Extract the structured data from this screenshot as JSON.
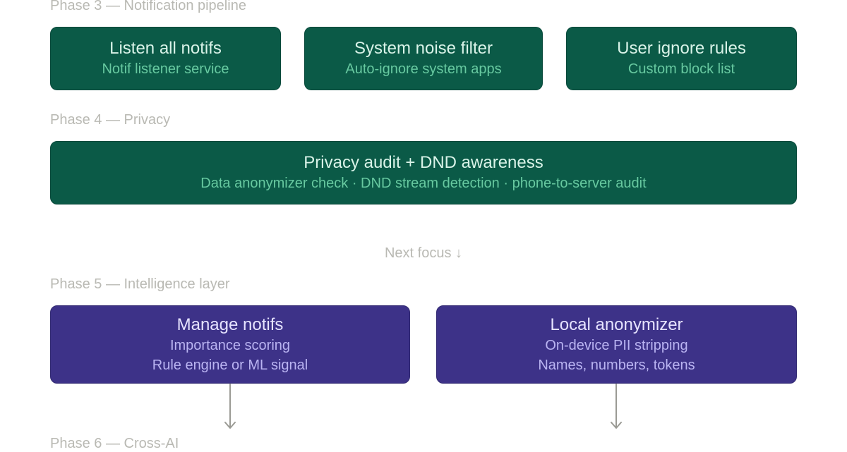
{
  "phase3": {
    "label": "Phase 3 — Notification pipeline",
    "boxes": [
      {
        "title": "Listen all notifs",
        "subtitle": "Notif listener service"
      },
      {
        "title": "System noise filter",
        "subtitle": "Auto-ignore system apps"
      },
      {
        "title": "User ignore rules",
        "subtitle": "Custom block list"
      }
    ]
  },
  "phase4": {
    "label": "Phase 4 — Privacy",
    "box": {
      "title": "Privacy audit + DND awareness",
      "subtitle": "Data anonymizer check · DND stream detection · phone-to-server audit"
    }
  },
  "next_focus": "Next focus ↓",
  "phase5": {
    "label": "Phase 5 — Intelligence layer",
    "boxes": [
      {
        "title": "Manage notifs",
        "lines": [
          "Importance scoring",
          "Rule engine or ML signal"
        ]
      },
      {
        "title": "Local anonymizer",
        "lines": [
          "On-device PII stripping",
          "Names, numbers, tokens"
        ]
      }
    ]
  },
  "phase6": {
    "label": "Phase 6 — Cross-AI"
  },
  "colors": {
    "green_box": "#0b5a47",
    "purple_box": "#3d3288",
    "label_gray": "#b9b9b3",
    "arrow_gray": "#9a9a94"
  }
}
